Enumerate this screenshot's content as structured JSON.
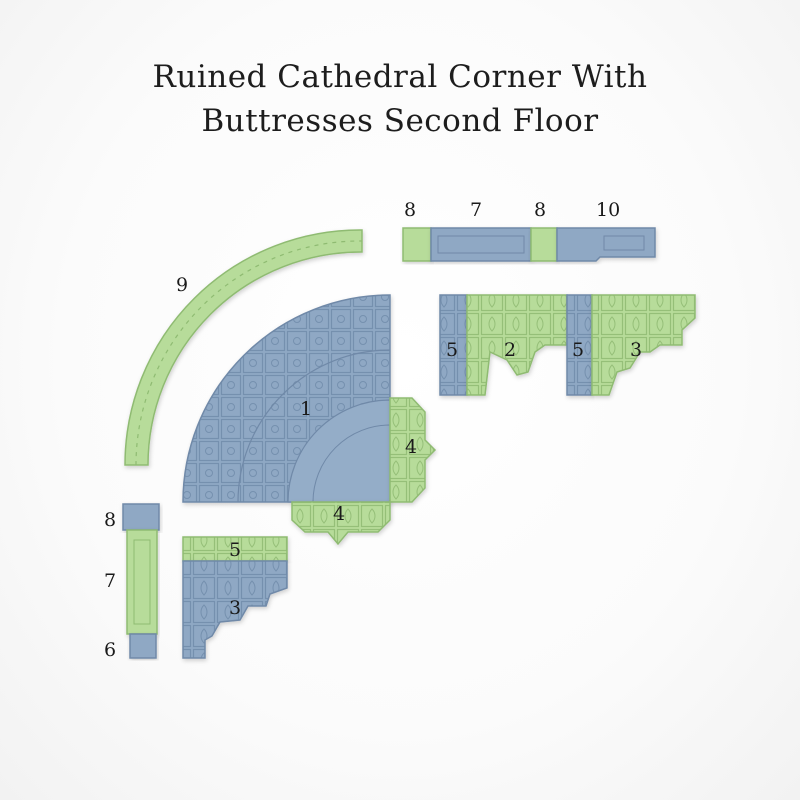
{
  "title": {
    "line1": "Ruined Cathedral Corner With",
    "line2": "Buttresses Second Floor"
  },
  "colors": {
    "blue": "#8fa8c4",
    "blue_dark": "#6f89a8",
    "green": "#b7dc9a",
    "green_dark": "#8fbb72",
    "ink": "#1a1a1a"
  },
  "labels": {
    "piece1": "1",
    "piece2": "2",
    "piece3_right": "3",
    "piece3_bottom": "3",
    "piece4_right": "4",
    "piece4_bottom": "4",
    "piece5_left": "5",
    "piece5_mid": "5",
    "piece5_bottom": "5",
    "piece6": "6",
    "piece7_top": "7",
    "piece7_left": "7",
    "piece8_top_left": "8",
    "piece8_top_right": "8",
    "piece8_left": "8",
    "piece9": "9",
    "piece10": "10"
  }
}
